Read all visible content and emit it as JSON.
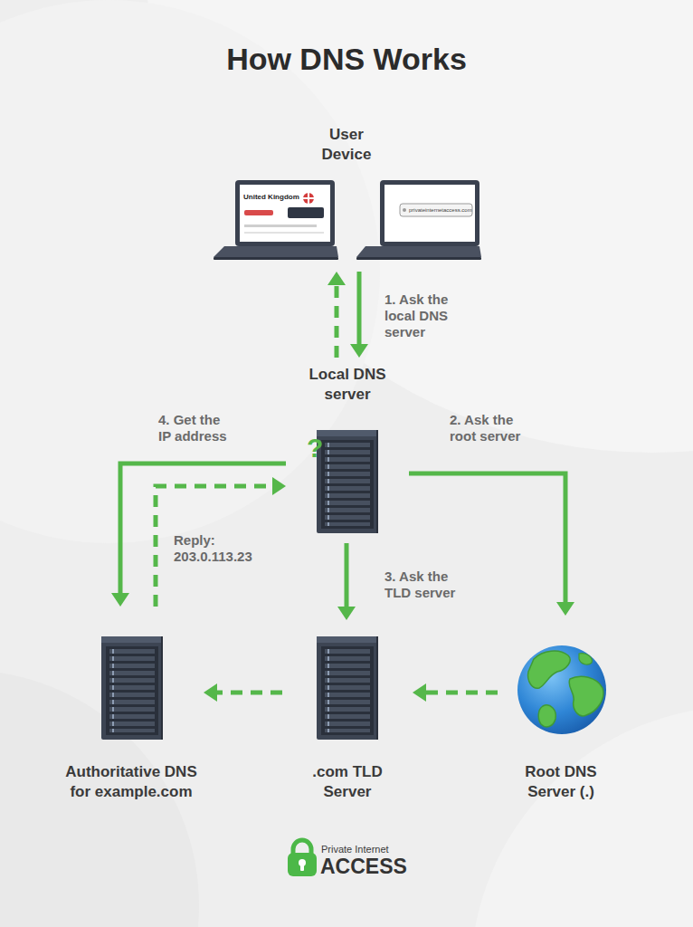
{
  "diagram": {
    "title": "How DNS Works",
    "nodes": [
      {
        "text": [
          "User Device"
        ]
      },
      {
        "text": [
          "Local DNS server"
        ]
      },
      {
        "text": [
          "Authoritative DNS for example.com"
        ]
      },
      {
        "text": [
          ".com TLD Server"
        ]
      },
      {
        "text": [
          "Root DNS Server (.)"
        ]
      }
    ],
    "edges": [
      {
        "from": 0,
        "to": 1,
        "label": "1. Ask the local DNS server",
        "arrow": "to"
      },
      {
        "from": 1,
        "to": 0,
        "arrow": "to"
      },
      {
        "from": 1,
        "to": 4,
        "label": "2. Ask the root server",
        "arrow": "to"
      },
      {
        "from": 1,
        "to": 3,
        "label": "3. Ask the TLD server",
        "arrow": "to"
      },
      {
        "from": 1,
        "to": 2,
        "label": "4. Get the IP address",
        "arrow": "to"
      },
      {
        "from": 2,
        "to": 1,
        "label": "Reply: 203.0.113.23",
        "arrow": "to"
      },
      {
        "from": 4,
        "to": 3,
        "arrow": "to"
      },
      {
        "from": 3,
        "to": 2,
        "arrow": "to"
      }
    ],
    "labels": [
      "United Kingdom",
      "privateinternetaccess.com",
      "Private Internet",
      "ACCESS",
      "?"
    ]
  }
}
